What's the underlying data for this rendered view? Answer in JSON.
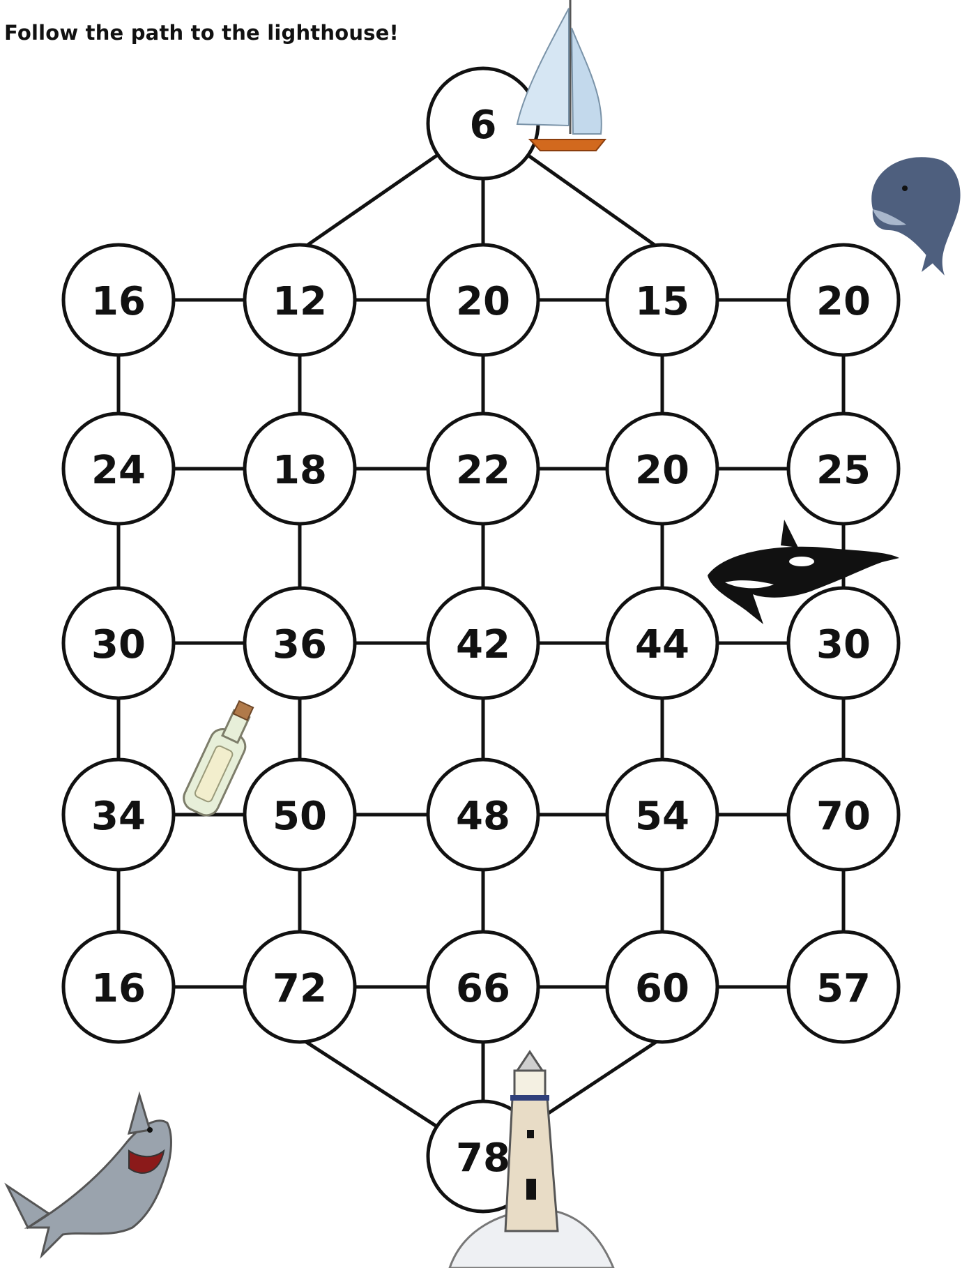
{
  "instruction": "Follow the path to the lighthouse!",
  "start": "6",
  "finish": "78",
  "grid": [
    [
      "16",
      "12",
      "20",
      "15",
      "20"
    ],
    [
      "24",
      "18",
      "22",
      "20",
      "25"
    ],
    [
      "30",
      "36",
      "42",
      "44",
      "30"
    ],
    [
      "34",
      "50",
      "48",
      "54",
      "70"
    ],
    [
      "16",
      "72",
      "66",
      "60",
      "57"
    ]
  ],
  "decorations": [
    "sailboat",
    "dolphin",
    "orca",
    "message-bottle",
    "shark",
    "lighthouse"
  ],
  "colors": {
    "line": "#111111",
    "sail": "#c9dff0",
    "hull": "#d2691e",
    "dolphin": "#4e5f7e",
    "shark": "#9aa3ad",
    "lighthouse": "#e8dcc6"
  }
}
